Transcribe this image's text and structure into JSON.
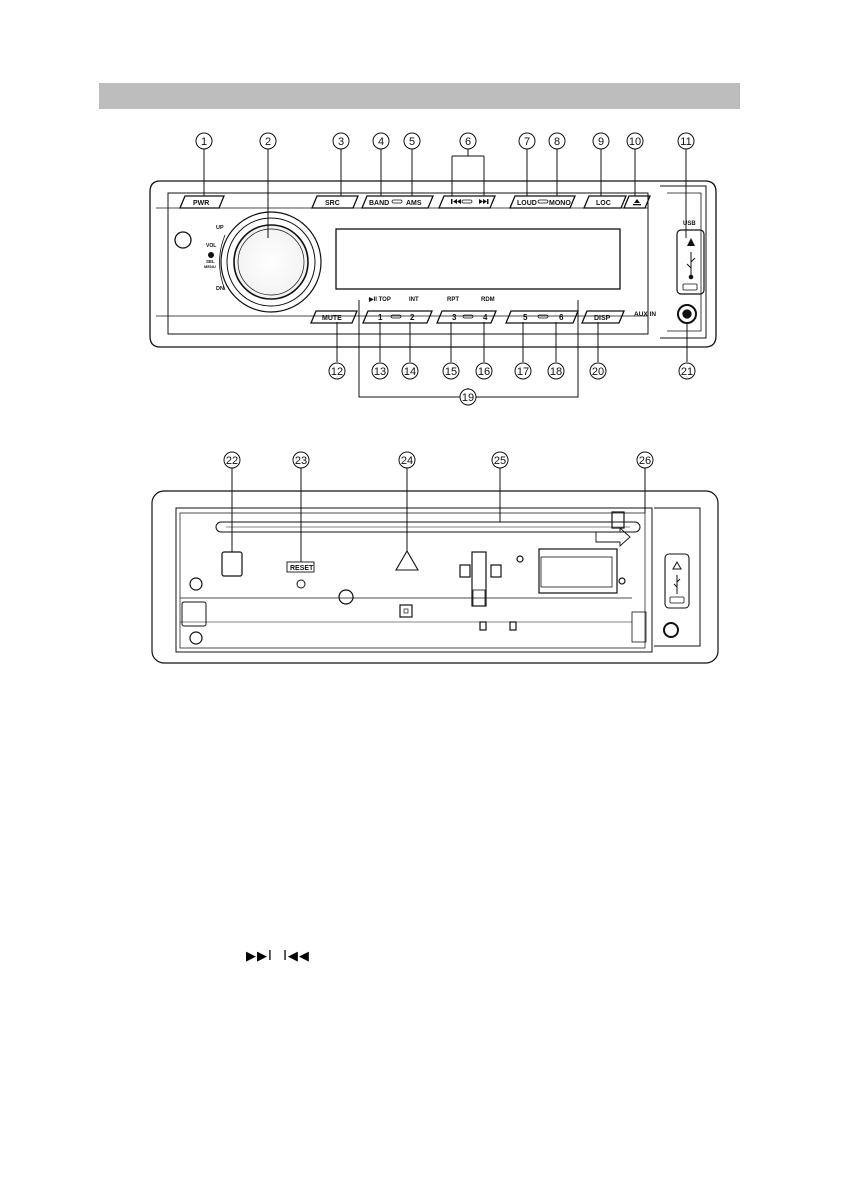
{
  "front_panel": {
    "buttons": [
      {
        "key": "pwr",
        "label": "PWR"
      },
      {
        "key": "src",
        "label": "SRC"
      },
      {
        "key": "band",
        "label": "BAND"
      },
      {
        "key": "ams",
        "label": "AMS"
      },
      {
        "key": "loud",
        "label": "LOUD"
      },
      {
        "key": "mono",
        "label": "MONO"
      },
      {
        "key": "loc",
        "label": "LOC"
      },
      {
        "key": "mute",
        "label": "MUTE"
      },
      {
        "key": "p1",
        "label": "1"
      },
      {
        "key": "p2",
        "label": "2"
      },
      {
        "key": "p3",
        "label": "3"
      },
      {
        "key": "p4",
        "label": "4"
      },
      {
        "key": "p5",
        "label": "5"
      },
      {
        "key": "p6",
        "label": "6"
      },
      {
        "key": "disp",
        "label": "DISP"
      }
    ],
    "knob_labels": {
      "up": "UP",
      "vol": "VOL",
      "sel": "SEL",
      "menu": "MENU",
      "dn": "DN"
    },
    "above_presets": {
      "top": "▶II TOP",
      "int": "INT",
      "rpt": "RPT",
      "rdm": "RDM"
    },
    "usb_label": "USB",
    "aux_label": "AUX IN"
  },
  "rear_panel": {
    "reset_label": "RESET"
  },
  "callouts_front": [
    "1",
    "2",
    "3",
    "4",
    "5",
    "6",
    "7",
    "8",
    "9",
    "10",
    "11",
    "12",
    "13",
    "14",
    "15",
    "16",
    "17",
    "18",
    "19",
    "20",
    "21"
  ],
  "callouts_rear": [
    "22",
    "23",
    "24",
    "25",
    "26"
  ],
  "bottom_symbols": "▶▶I  I◀◀"
}
